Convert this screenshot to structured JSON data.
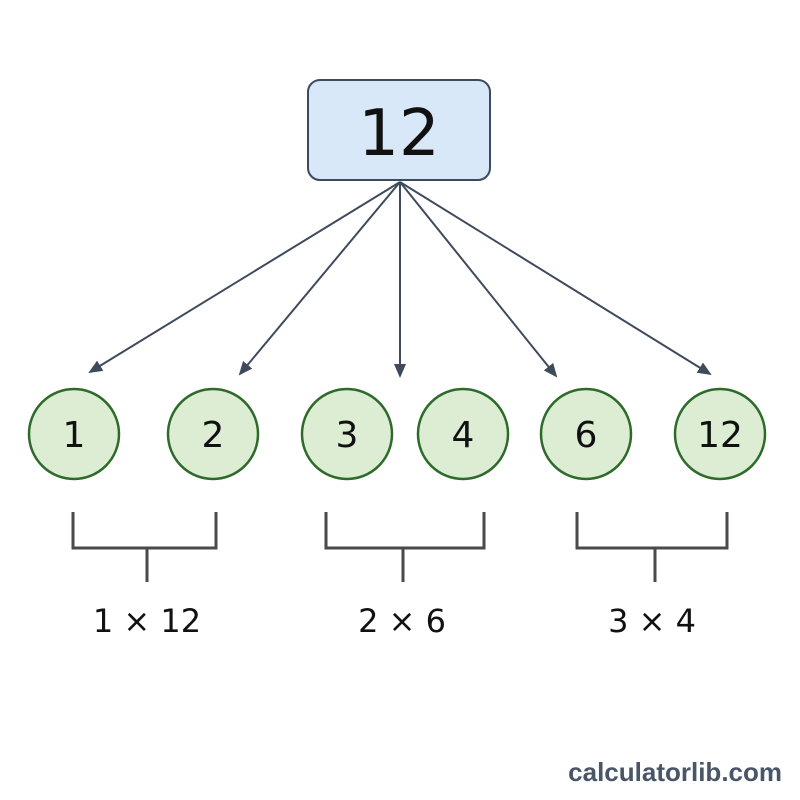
{
  "root": {
    "label": "12"
  },
  "factors": [
    {
      "label": "1"
    },
    {
      "label": "2"
    },
    {
      "label": "3"
    },
    {
      "label": "4"
    },
    {
      "label": "6"
    },
    {
      "label": "12"
    }
  ],
  "pairs": [
    {
      "label": "1 × 12"
    },
    {
      "label": "2 × 6"
    },
    {
      "label": "3 × 4"
    }
  ],
  "watermark": "calculatorlib.com",
  "colors": {
    "root_fill": "#d9e8f8",
    "root_stroke": "#3b4a5e",
    "factor_fill": "#dcedd4",
    "factor_stroke": "#2e6b2a",
    "arrow": "#3f4b5c",
    "bracket": "#4a4a4a",
    "text": "#111111",
    "watermark": "#4a5568"
  }
}
